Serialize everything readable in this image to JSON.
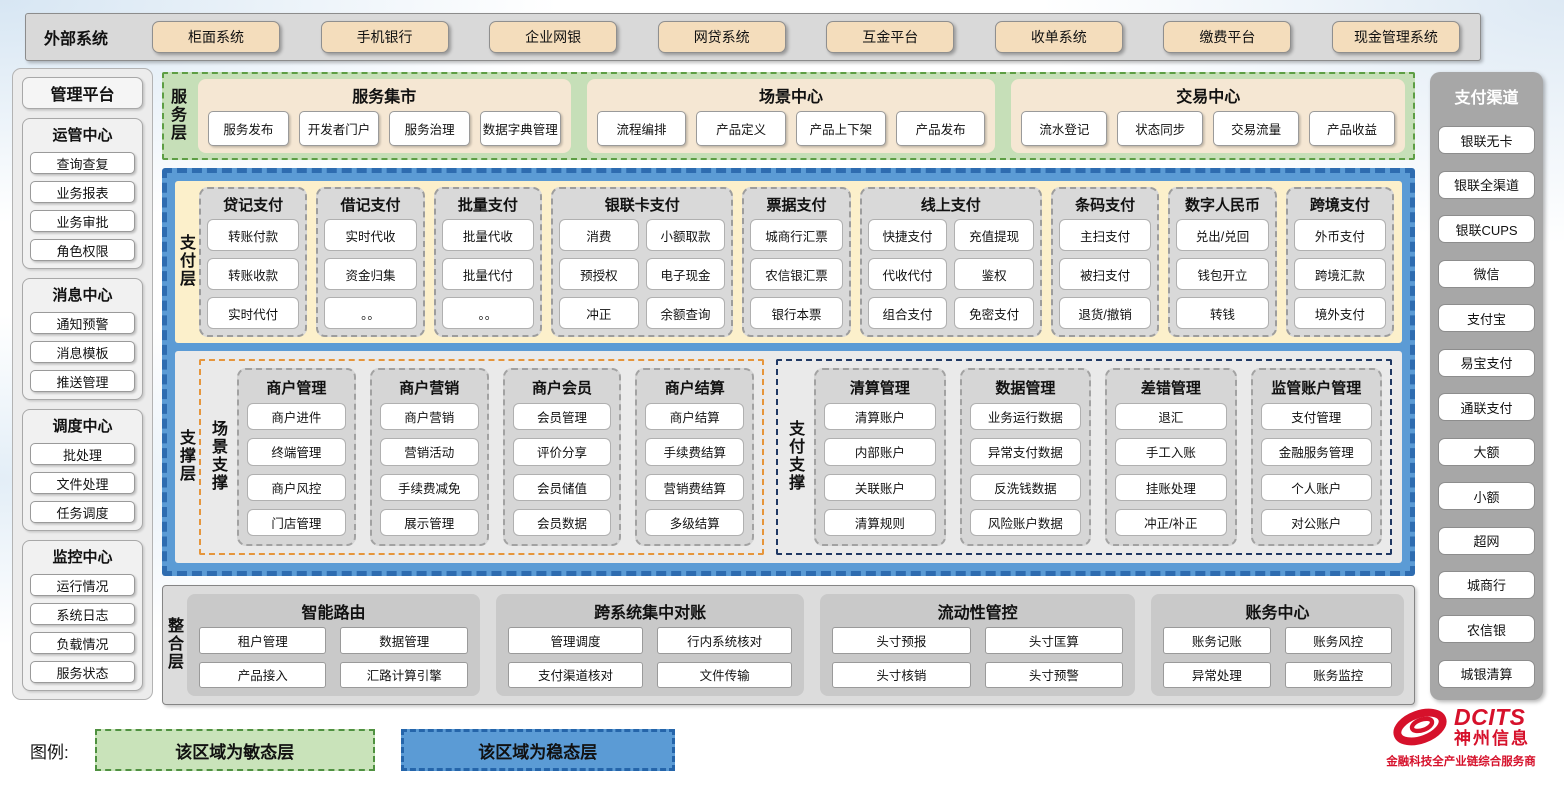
{
  "external_systems": {
    "label": "外部系统",
    "items": [
      "柜面系统",
      "手机银行",
      "企业网银",
      "网贷系统",
      "互金平台",
      "收单系统",
      "缴费平台",
      "现金管理系统"
    ]
  },
  "management_platform": {
    "title": "管理平台",
    "groups": [
      {
        "title": "运管中心",
        "items": [
          "查询查复",
          "业务报表",
          "业务审批",
          "角色权限"
        ]
      },
      {
        "title": "消息中心",
        "items": [
          "通知预警",
          "消息模板",
          "推送管理"
        ]
      },
      {
        "title": "调度中心",
        "items": [
          "批处理",
          "文件处理",
          "任务调度"
        ]
      },
      {
        "title": "监控中心",
        "items": [
          "运行情况",
          "系统日志",
          "负载情况",
          "服务状态"
        ]
      }
    ]
  },
  "service_layer": {
    "label": "服务层",
    "panels": [
      {
        "title": "服务集市",
        "items": [
          "服务发布",
          "开发者门户",
          "服务治理",
          "数据字典管理"
        ]
      },
      {
        "title": "场景中心",
        "items": [
          "流程编排",
          "产品定义",
          "产品上下架",
          "产品发布"
        ]
      },
      {
        "title": "交易中心",
        "items": [
          "流水登记",
          "状态同步",
          "交易流量",
          "产品收益"
        ]
      }
    ]
  },
  "payment_layer": {
    "label": "支付层",
    "columns": [
      {
        "title": "贷记支付",
        "cols": 1,
        "items": [
          "转账付款",
          "转账收款",
          "实时代付"
        ]
      },
      {
        "title": "借记支付",
        "cols": 1,
        "items": [
          "实时代收",
          "资金归集",
          "。。"
        ]
      },
      {
        "title": "批量支付",
        "cols": 1,
        "items": [
          "批量代收",
          "批量代付",
          "。。"
        ]
      },
      {
        "title": "银联卡支付",
        "cols": 2,
        "items": [
          "消费",
          "小额取款",
          "预授权",
          "电子现金",
          "冲正",
          "余额查询"
        ]
      },
      {
        "title": "票据支付",
        "cols": 1,
        "items": [
          "城商行汇票",
          "农信银汇票",
          "银行本票"
        ]
      },
      {
        "title": "线上支付",
        "cols": 2,
        "items": [
          "快捷支付",
          "充值提现",
          "代收代付",
          "鉴权",
          "组合支付",
          "免密支付"
        ]
      },
      {
        "title": "条码支付",
        "cols": 1,
        "items": [
          "主扫支付",
          "被扫支付",
          "退货/撤销"
        ]
      },
      {
        "title": "数字人民币",
        "cols": 1,
        "items": [
          "兑出/兑回",
          "钱包开立",
          "转钱"
        ]
      },
      {
        "title": "跨境支付",
        "cols": 1,
        "items": [
          "外币支付",
          "跨境汇款",
          "境外支付"
        ]
      }
    ]
  },
  "support_layer": {
    "label": "支撑层",
    "groups": [
      {
        "label": "场景支撑",
        "accent": "#E6963C",
        "columns": [
          {
            "title": "商户管理",
            "items": [
              "商户进件",
              "终端管理",
              "商户风控",
              "门店管理"
            ]
          },
          {
            "title": "商户营销",
            "items": [
              "商户营销",
              "营销活动",
              "手续费减免",
              "展示管理"
            ]
          },
          {
            "title": "商户会员",
            "items": [
              "会员管理",
              "评价分享",
              "会员储值",
              "会员数据"
            ]
          },
          {
            "title": "商户结算",
            "items": [
              "商户结算",
              "手续费结算",
              "营销费结算",
              "多级结算"
            ]
          }
        ]
      },
      {
        "label": "支付支撑",
        "accent": "#1F3864",
        "columns": [
          {
            "title": "清算管理",
            "items": [
              "清算账户",
              "内部账户",
              "关联账户",
              "清算规则"
            ]
          },
          {
            "title": "数据管理",
            "items": [
              "业务运行数据",
              "异常支付数据",
              "反洗钱数据",
              "风险账户数据"
            ]
          },
          {
            "title": "差错管理",
            "items": [
              "退汇",
              "手工入账",
              "挂账处理",
              "冲正/补正"
            ]
          },
          {
            "title": "监管账户管理",
            "items": [
              "支付管理",
              "金融服务管理",
              "个人账户",
              "对公账户"
            ]
          }
        ]
      }
    ]
  },
  "integration_layer": {
    "label": "整合层",
    "panels": [
      {
        "title": "智能路由",
        "items": [
          "租户管理",
          "数据管理",
          "产品接入",
          "汇路计算引擎"
        ]
      },
      {
        "title": "跨系统集中对账",
        "items": [
          "管理调度",
          "行内系统核对",
          "支付渠道核对",
          "文件传输"
        ]
      },
      {
        "title": "流动性管控",
        "items": [
          "头寸预报",
          "头寸匡算",
          "头寸核销",
          "头寸预警"
        ]
      },
      {
        "title": "账务中心",
        "items": [
          "账务记账",
          "账务风控",
          "异常处理",
          "账务监控"
        ]
      }
    ]
  },
  "payment_channels": {
    "title": "支付渠道",
    "items": [
      "银联无卡",
      "银联全渠道",
      "银联CUPS",
      "微信",
      "支付宝",
      "易宝支付",
      "通联支付",
      "大额",
      "小额",
      "超网",
      "城商行",
      "农信银",
      "城银清算"
    ]
  },
  "legend": {
    "label": "图例:",
    "agile": "该区域为敏态层",
    "stable": "该区域为稳态层"
  },
  "logo": {
    "brand": "DCITS",
    "name": "神州信息",
    "tagline": "金融科技全产业链综合服务商"
  },
  "colors": {
    "agile_green": "#C6DFB8",
    "stable_blue": "#5B9BD5",
    "payment_yellow": "#FCF0CB",
    "panel_beige": "#F5E7D3",
    "tan_button": "#F4DDBC",
    "scene_accent": "#E6963C",
    "paysupport_accent": "#1F3864",
    "logo_red": "#D6112B"
  }
}
